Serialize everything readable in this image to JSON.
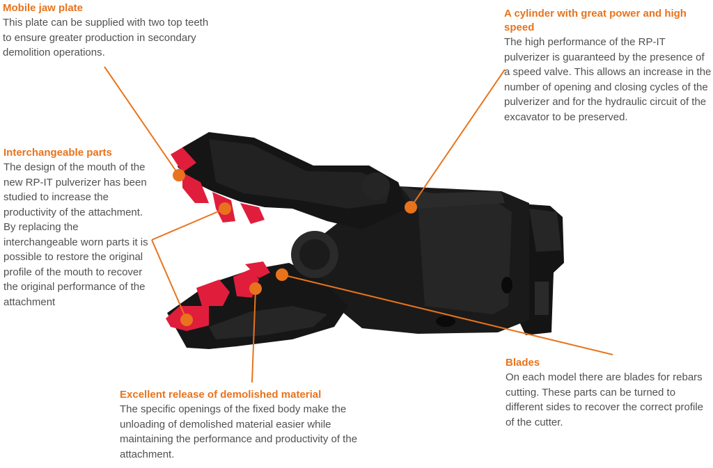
{
  "accent_color": "#e8731c",
  "callouts": {
    "mobile_jaw": {
      "title": "Mobile jaw plate",
      "body": "This plate can be supplied with two top teeth to ensure greater production in secondary demolition operations."
    },
    "cylinder": {
      "title": "A cylinder with great power and high speed",
      "body": "The high performance of the RP-IT pulverizer is guaranteed by the presence of a speed valve. This allows an increase in the number of opening and closing cycles of the pulverizer and for the hydraulic circuit of the excavator to be preserved."
    },
    "interchangeable": {
      "title": "Interchangeable parts",
      "body": "The design of the mouth of the new RP-IT pulverizer has been studied to increase the productivity of the attachment. By replacing the interchangeable worn parts it is possible to restore the original profile of the mouth to recover the original performance of the attachment"
    },
    "blades": {
      "title": "Blades",
      "body": "On each model there are blades for rebars cutting. These parts can be turned to different sides to recover the correct profile of the cutter."
    },
    "release": {
      "title": "Excellent release of demolished material",
      "body": "The specific openings of the fixed body make the unloading of demolished material easier while maintaining the performance and productivity of the attachment."
    }
  }
}
